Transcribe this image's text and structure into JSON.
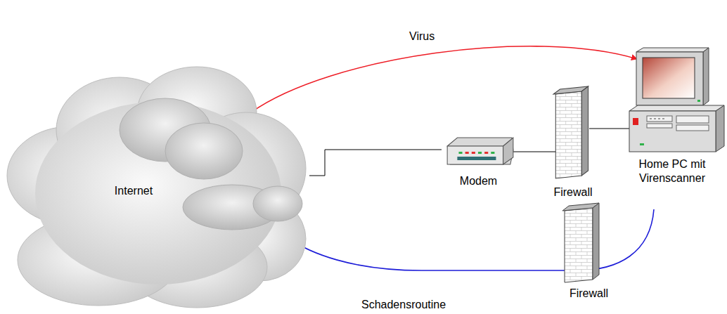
{
  "diagram": {
    "nodes": [
      {
        "text": [
          "Internet"
        ]
      },
      {
        "text": [
          "Modem"
        ]
      },
      {
        "text": [
          "Firewall"
        ]
      },
      {
        "text": [
          "Home PC mit Virenscanner"
        ]
      },
      {
        "text": [
          "Firewall"
        ]
      }
    ],
    "edges": [
      {
        "from": 0,
        "to": 3,
        "arrow": "to",
        "label": "Virus"
      },
      {
        "from": 0,
        "to": 1,
        "arrow": "none"
      },
      {
        "from": 1,
        "to": 2,
        "arrow": "none"
      },
      {
        "from": 2,
        "to": 3,
        "arrow": "none"
      },
      {
        "from": 3,
        "to": 0,
        "arrow": "to",
        "label": "Schadensroutine"
      }
    ]
  }
}
